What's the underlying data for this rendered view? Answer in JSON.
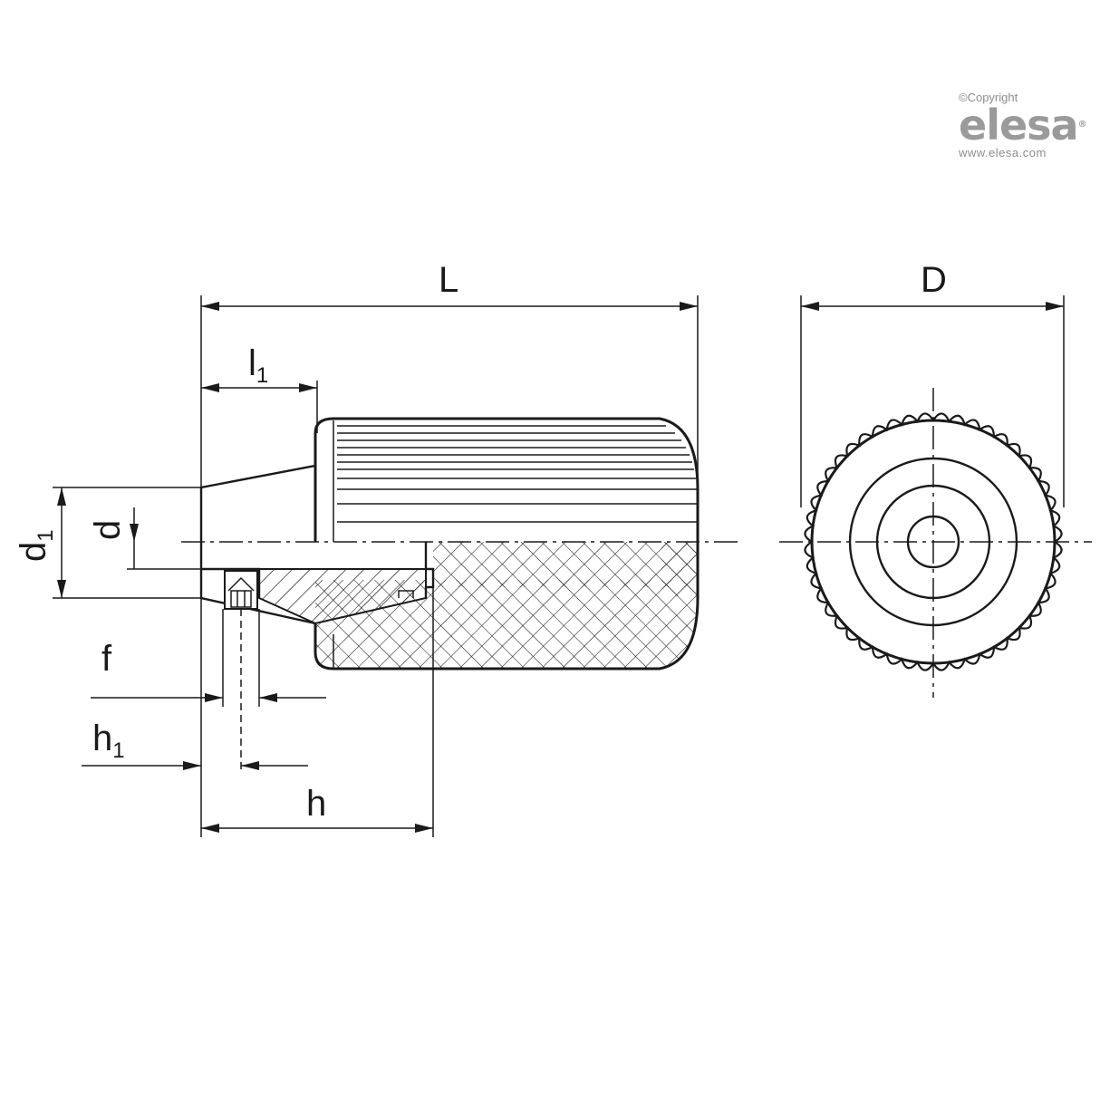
{
  "logo": {
    "copyright": "©Copyright",
    "brand": "elesa",
    "registered": "®",
    "url": "www.elesa.com"
  },
  "dimensions": {
    "L": "L",
    "l1_main": "l",
    "l1_sub": "1",
    "d1_main": "d",
    "d1_sub": "1",
    "d": "d",
    "f": "f",
    "h1_main": "h",
    "h1_sub": "1",
    "h": "h",
    "D": "D"
  }
}
